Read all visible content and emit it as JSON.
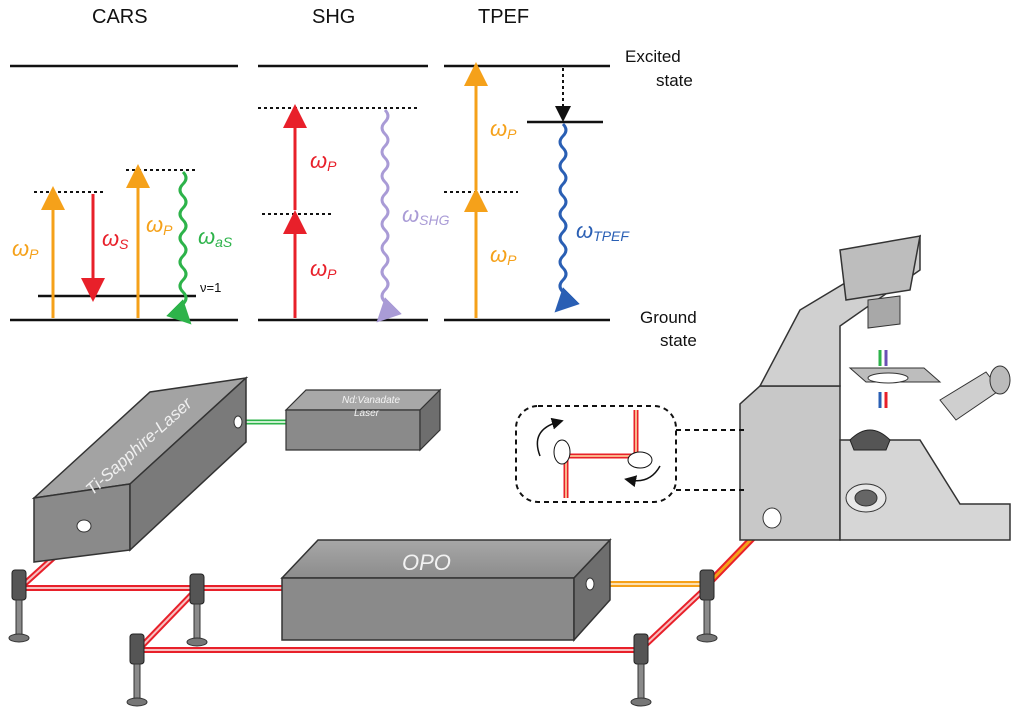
{
  "diagram": {
    "headers": {
      "cars": "CARS",
      "shg": "SHG",
      "tpef": "TPEF"
    },
    "states": {
      "excited_1": "Excited",
      "excited_2": "state",
      "ground_1": "Ground",
      "ground_2": "state"
    },
    "cars": {
      "wp1": {
        "sym": "ω",
        "sub": "P"
      },
      "ws": {
        "sym": "ω",
        "sub": "S"
      },
      "wp2": {
        "sym": "ω",
        "sub": "P"
      },
      "was": {
        "sym": "ω",
        "sub": "aS"
      },
      "vib": "ν=1"
    },
    "shg": {
      "wp_top": {
        "sym": "ω",
        "sub": "P"
      },
      "wp_bot": {
        "sym": "ω",
        "sub": "P"
      },
      "wshg": {
        "sym": "ω",
        "sub": "SHG"
      }
    },
    "tpef": {
      "wp_top": {
        "sym": "ω",
        "sub": "P"
      },
      "wp_bot": {
        "sym": "ω",
        "sub": "P"
      },
      "wtpef": {
        "sym": "ω",
        "sub": "TPEF"
      }
    },
    "setup": {
      "ti_laser": "Ti-Sapphire-Laser",
      "nd_laser_1": "Nd:Vanadate",
      "nd_laser_2": "Laser",
      "opo": "OPO"
    },
    "colors": {
      "orange": "#f5a11a",
      "red": "#e8202a",
      "green": "#2db34a",
      "lavender": "#a99bd6",
      "blue": "#2a5fb4",
      "box": "#8a8a8a"
    }
  }
}
